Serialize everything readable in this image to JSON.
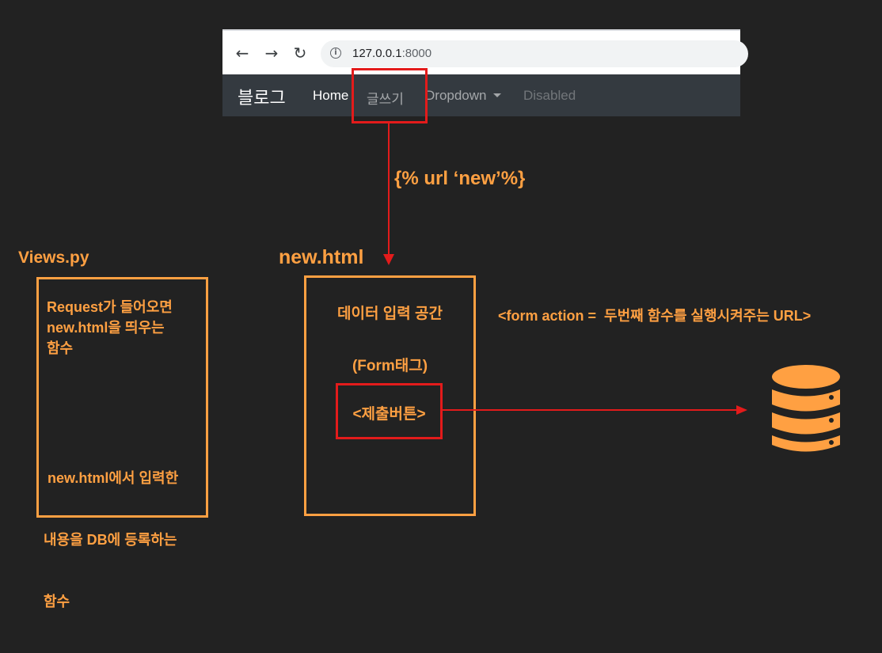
{
  "browser": {
    "back_icon": "arrow-left-icon",
    "forward_icon": "arrow-right-icon",
    "reload_icon": "reload-icon",
    "url_host": "127.0.0.1",
    "url_port": ":8000"
  },
  "navbar": {
    "brand": "블로그",
    "links": [
      "Home",
      "글쓰기",
      "Dropdown",
      "Disabled"
    ]
  },
  "annotations": {
    "url_tag": "{% url ‘new’%}",
    "form_action": "<form action =  두번째 함수를 실행시켜주는 URL>"
  },
  "views": {
    "title": "Views.py",
    "func1_line1": "Request가 들어오면",
    "func1_line2": "new.html을 띄우는",
    "func1_line3": "함수",
    "func2_line1": " new.html에서 입력한",
    "func2_line2": "내용을 DB에 등록하는",
    "func2_line3": "함수"
  },
  "new_html": {
    "title": "new.html",
    "line1": "데이터 입력 공간",
    "line2": "(Form태그)",
    "submit": "<제출버튼>"
  },
  "colors": {
    "background": "#222222",
    "accent_orange": "#ffa042",
    "highlight_red": "#e31b1b",
    "navbar": "#343a40"
  },
  "icons": {
    "database": "database-icon"
  }
}
